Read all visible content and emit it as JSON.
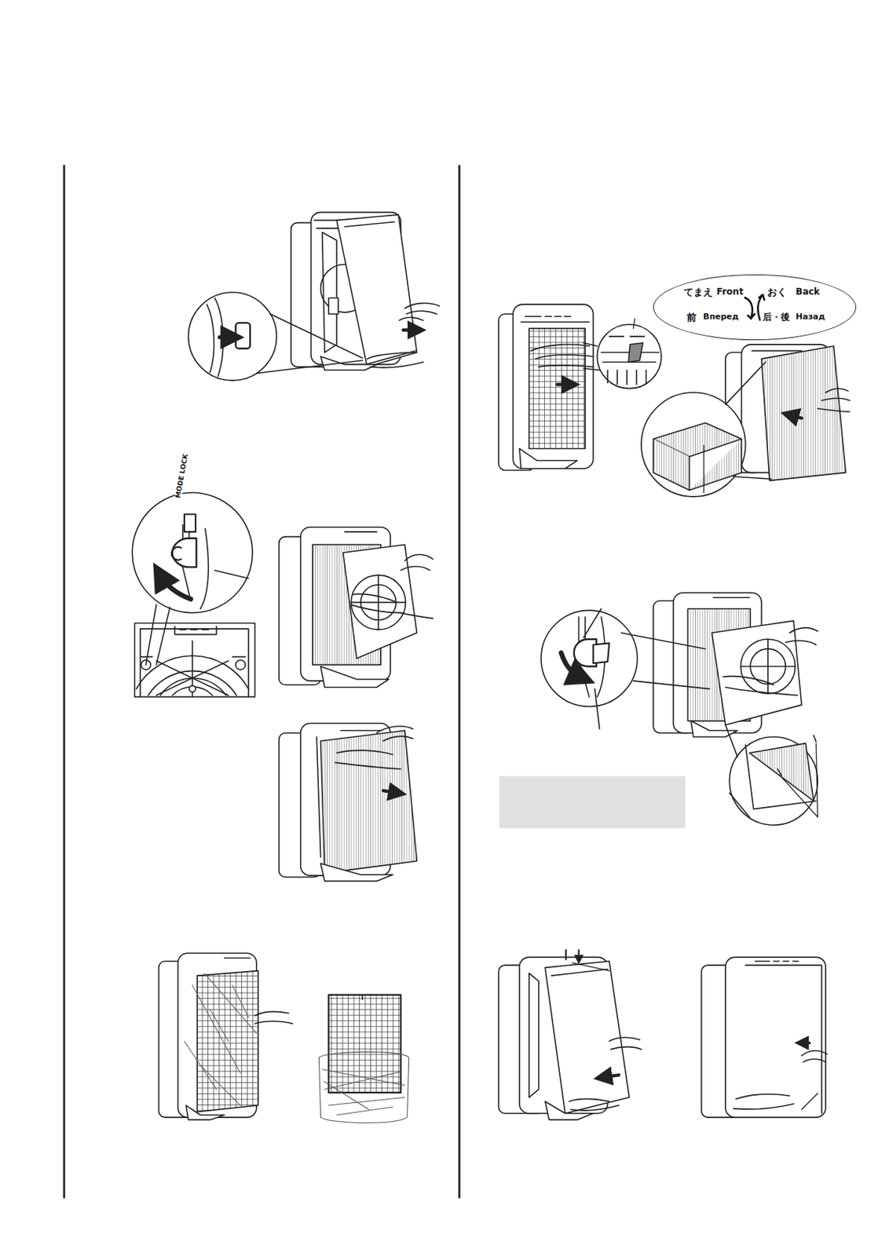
{
  "diagram": {
    "nodes": [
      {
        "text": [
          "てまえ",
          "前",
          "Front",
          "Вперед",
          "おく",
          "后・後",
          "Back",
          "Назад"
        ]
      }
    ],
    "labels": [
      "MODE LOCK"
    ]
  }
}
